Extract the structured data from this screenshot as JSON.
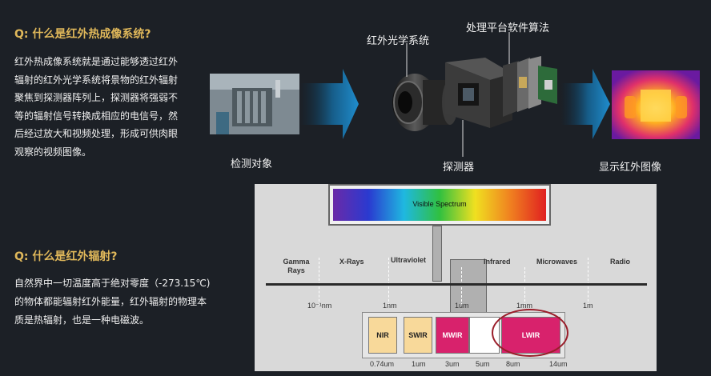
{
  "section1": {
    "question": "Q: 什么是红外热成像系统?",
    "lines": [
      "红外热成像系统就是通过能够透过红外",
      "辐射的红外光学系统将景物的红外辐射",
      "聚焦到探测器阵列上，探测器将强弱不",
      "等的辐射信号转换成相应的电信号，然",
      "后经过放大和视频处理，形成可供肉眼",
      "观察的视频图像。"
    ]
  },
  "section2": {
    "question": "Q: 什么是红外辐射?",
    "lines": [
      "自然界中一切温度高于绝对零度（-273.15℃)",
      "的物体都能辐射红外能量，红外辐射的物理本",
      "质是热辐射，也是一种电磁波。"
    ]
  },
  "system_diagram": {
    "object_label": "检测对象",
    "optics_label": "红外光学系统",
    "software_label": "处理平台软件算法",
    "detector_label": "探测器",
    "display_label": "显示红外图像"
  },
  "spectrum": {
    "visible_label": "Visible Spectrum",
    "regions": [
      "Gamma\nRays",
      "X-Rays",
      "Ultraviolet",
      "Infrared",
      "Microwaves",
      "Radio"
    ],
    "scale_units": [
      "10⁻¹nm",
      "1nm",
      "1um",
      "1mm",
      "1m"
    ],
    "bands": [
      "NIR",
      "SWIR",
      "MWIR",
      "LWIR"
    ],
    "band_units": [
      "0.74um",
      "1um",
      "3um",
      "5um",
      "8um",
      "14um"
    ]
  },
  "colors": {
    "question_gold": "#e0b85a",
    "arrow_blue": "#1d7fb8",
    "band_tan": "#f8d99a",
    "band_magenta": "#d8226c",
    "highlight_ring": "#9a1e2a"
  }
}
